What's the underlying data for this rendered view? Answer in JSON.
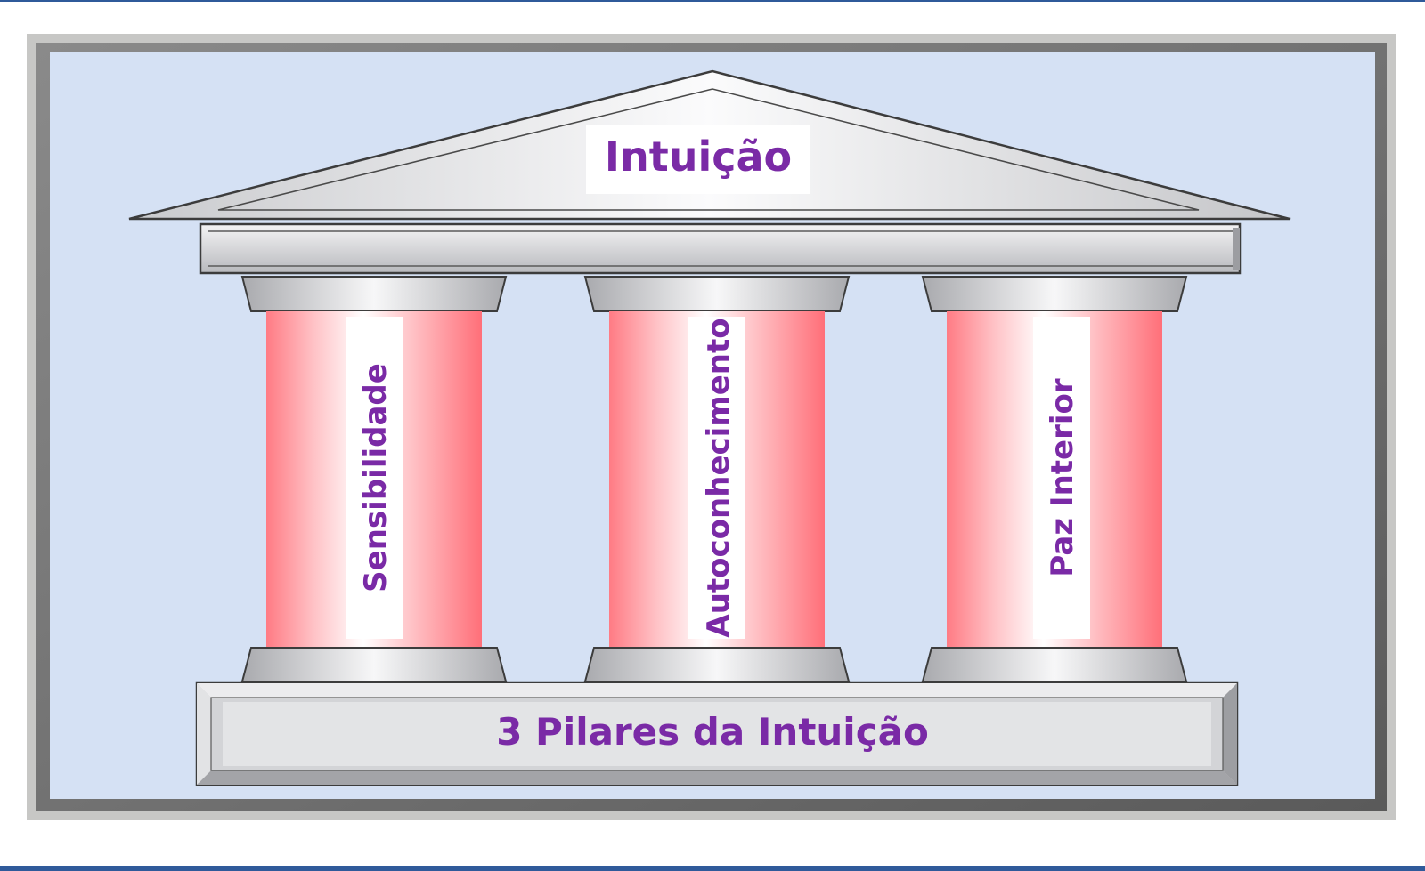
{
  "diagram": {
    "roof_label": "Intuição",
    "base_label": "3 Pilares da Intuição",
    "pillars": [
      {
        "label": "Sensibilidade"
      },
      {
        "label": "Autoconhecimento"
      },
      {
        "label": "Paz Interior"
      }
    ]
  },
  "colors": {
    "text": "#7a2aa6",
    "panel_background": "#d5e1f4",
    "pillar": "#ff7f86",
    "stone": "#d2d3d6",
    "frame": "#6e6e6e",
    "bottom_bar": "#2f5a9a"
  }
}
